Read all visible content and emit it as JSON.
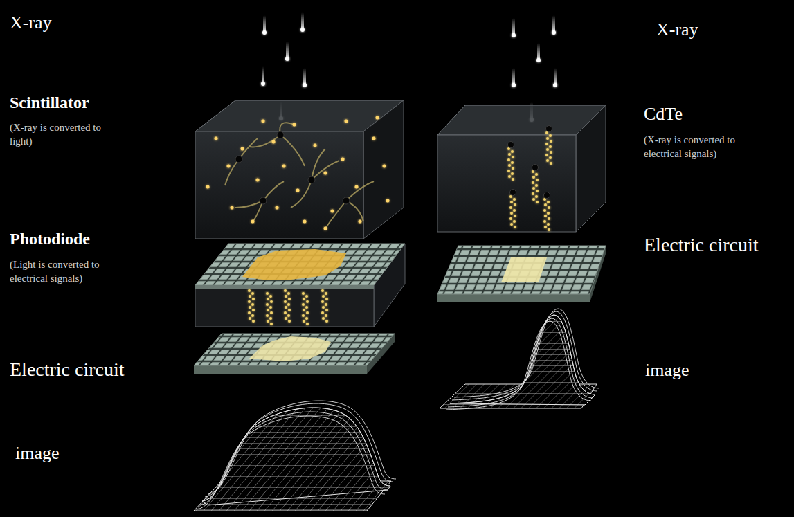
{
  "diagram": {
    "labels": [
      "X-ray",
      "X-ray",
      "Scintillator",
      "(X-ray is converted to light)",
      "CdTe",
      "(X-ray is converted to electrical signals)",
      "Photodiode",
      "(Light is converted to electrical signals)",
      "Electric circuit",
      "Electric circuit",
      "image",
      "image"
    ]
  }
}
